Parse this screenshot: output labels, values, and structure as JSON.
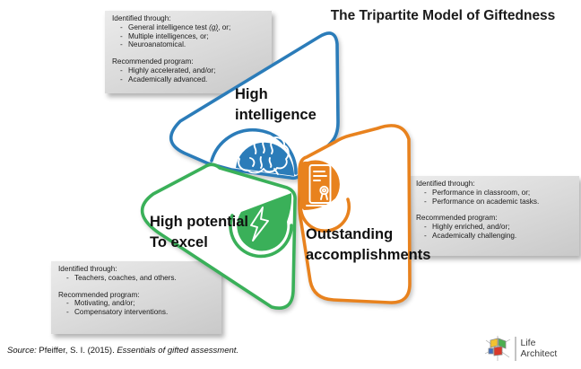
{
  "title": "The Tripartite Model of Giftedness",
  "bullet_char": "-",
  "colors": {
    "blue": "#2b7cb9",
    "orange": "#e8821e",
    "green": "#3ab059"
  },
  "nodes": {
    "intelligence": {
      "line1": "High",
      "line2": "intelligence"
    },
    "potential": {
      "line1": "High potential",
      "line2": "To excel"
    },
    "accomplishments": {
      "line1": "Outstanding",
      "line2": "accomplishments"
    }
  },
  "callouts": {
    "intelligence": {
      "identified_title": "Identified through:",
      "identified": [
        {
          "pre": "General intelligence test ",
          "g": "(g)",
          "post": ", or;"
        },
        {
          "pre": "Multiple intelligences, or;",
          "g": "",
          "post": ""
        },
        {
          "pre": "Neuroanatomical.",
          "g": "",
          "post": ""
        }
      ],
      "program_title": "Recommended program:",
      "program": [
        "Highly accelerated, and/or;",
        "Academically advanced."
      ]
    },
    "accomplishments": {
      "identified_title": "Identified through:",
      "identified": [
        "Performance in classroom, or;",
        "Performance on academic tasks."
      ],
      "program_title": "Recommended program:",
      "program": [
        "Highly enriched, and/or;",
        "Academically challenging."
      ]
    },
    "potential": {
      "identified_title": "Identified through:",
      "identified": [
        "Teachers, coaches, and others."
      ],
      "program_title": "Recommended program:",
      "program": [
        "Motivating, and/or;",
        "Compensatory interventions."
      ]
    }
  },
  "source": {
    "label": "Source:",
    "citation": " Pfeiffer, S. I. (2015). ",
    "work": "Essentials of gifted assessment."
  },
  "logo": {
    "line1": "Life",
    "line2": "Architect"
  }
}
